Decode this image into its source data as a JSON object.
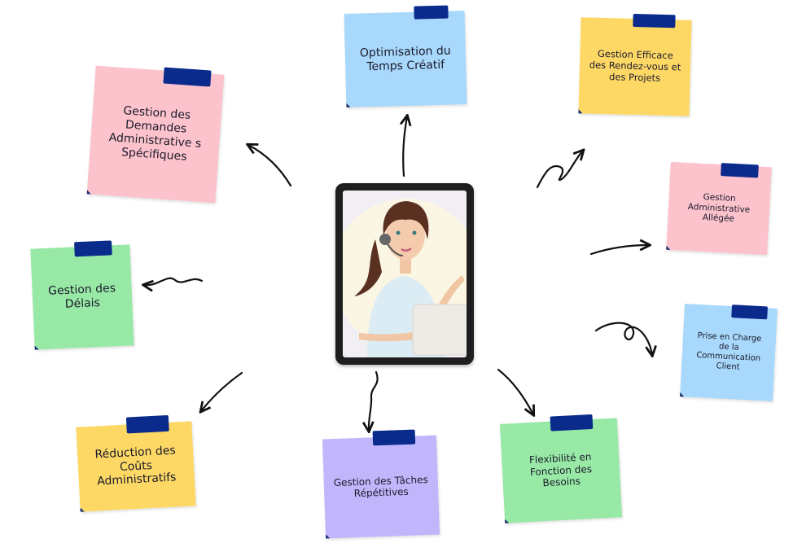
{
  "notes": {
    "optimisation": "Optimisation du Temps Créatif",
    "rendezvous": "Gestion Efficace des Rendez-vous et des Projets",
    "demandes": "Gestion des Demandes Administrative s Spécifiques",
    "allegee": "Gestion Administrative Allégée",
    "delais": "Gestion des Délais",
    "communication": "Prise en Charge de la Communication Client",
    "couts": "Réduction des Coûts Administratifs",
    "taches": "Gestion des Tâches Répétitives",
    "flexibilite": "Flexibilité en Fonction des Besoins"
  },
  "colors": {
    "blue": "#a8d8fb",
    "yellow": "#fdd865",
    "pink": "#fcc3cc",
    "green": "#98e9a6",
    "purple": "#c1b6fb",
    "tape": "#0a2a8c"
  }
}
